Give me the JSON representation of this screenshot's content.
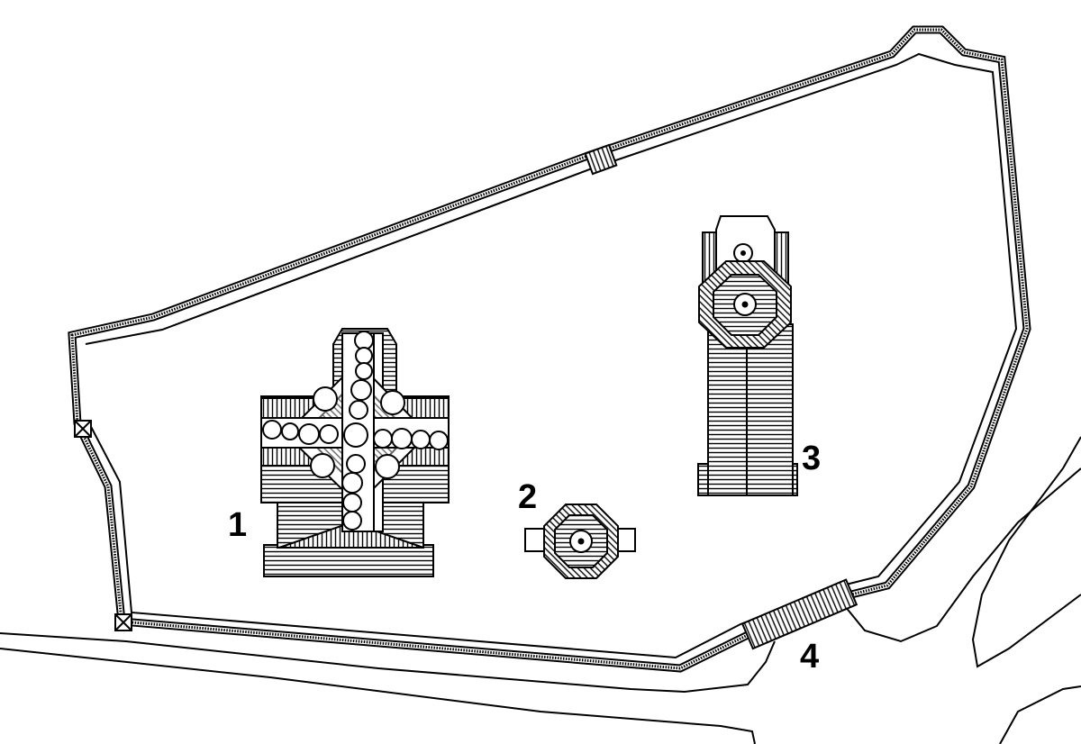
{
  "labels": {
    "b1": "1",
    "b2": "2",
    "b3": "3",
    "gate": "4"
  },
  "colors": {
    "ink": "#000000",
    "paper": "#ffffff"
  }
}
